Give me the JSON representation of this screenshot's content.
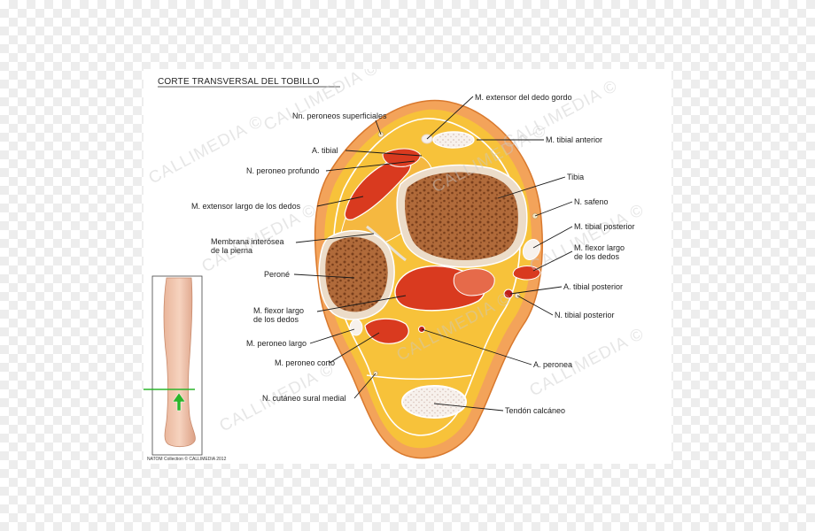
{
  "title": "CORTE TRANSVERSAL DEL TOBILLO",
  "credit": "NATOM Collection © CALLIMEDIA 2012",
  "watermark": "CALLIMEDIA ©",
  "labels": {
    "ext_dedo_gordo": "M. extensor del dedo gordo",
    "nn_peroneos": "Nn. peroneos superficiales",
    "tibial_anterior": "M. tibial anterior",
    "a_tibial": "A. tibial",
    "n_peroneo_profundo": "N. peroneo profundo",
    "tibia": "Tibia",
    "ext_largo_dedos": "M. extensor largo de los dedos",
    "n_safeno": "N. safeno",
    "membrana_1": "Membrana interósea",
    "membrana_2": "de la pierna",
    "tibial_posterior": "M. tibial posterior",
    "flexor_right_1": "M. flexor largo",
    "flexor_right_2": "de los dedos",
    "perone": "Peroné",
    "a_tibial_posterior": "A. tibial posterior",
    "flexor_left_1": "M. flexor largo",
    "flexor_left_2": "de los dedos",
    "n_tibial_posterior": "N. tibial posterior",
    "peroneo_largo": "M. peroneo largo",
    "a_peronea": "A. peronea",
    "peroneo_corto": "M. peroneo corto",
    "cutaneo_sural": "N. cutáneo sural medial",
    "tendon_calcaneo": "Tendón calcáneo"
  },
  "colors": {
    "skin": "#f3a35a",
    "fat": "#f7c23a",
    "muscle": "#d93a1f",
    "bone": "#a8673a",
    "marker": "#2bb52b"
  }
}
